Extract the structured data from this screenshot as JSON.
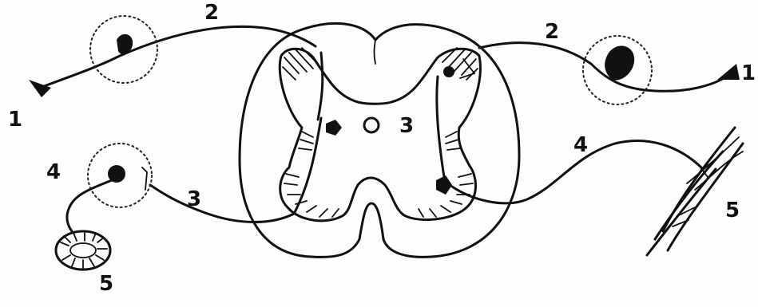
{
  "labels": {
    "receptor_left": "1",
    "receptor_right": "1",
    "afferent_left": "2",
    "afferent_right": "2",
    "autonomic_preganglionic": "3",
    "center_autonomic": "3",
    "autonomic_postganglionic": "4",
    "somatic_efferent": "4",
    "effector_gland": "5",
    "effector_muscle": "5"
  },
  "colors": {
    "ink": "#111111",
    "paper": "#fdfdfd"
  }
}
